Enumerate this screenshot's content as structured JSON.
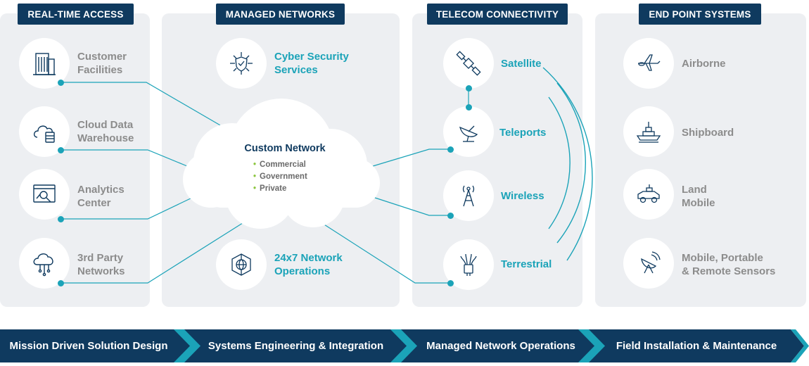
{
  "columns": {
    "realtime": {
      "title": "REAL-TIME ACCESS"
    },
    "managed": {
      "title": "MANAGED NETWORKS"
    },
    "telecom": {
      "title": "TELECOM CONNECTIVITY"
    },
    "endpoint": {
      "title": "END POINT SYSTEMS"
    }
  },
  "access_items": [
    {
      "line1": "Customer",
      "line2": "Facilities",
      "icon": "building-icon"
    },
    {
      "line1": "Cloud Data",
      "line2": "Warehouse",
      "icon": "cloud-database-icon"
    },
    {
      "line1": "Analytics",
      "line2": "Center",
      "icon": "analytics-screen-icon"
    },
    {
      "line1": "3rd Party",
      "line2": "Networks",
      "icon": "cloud-network-icon"
    }
  ],
  "managed_items": [
    {
      "line1": "Cyber Security",
      "line2": "Services",
      "icon": "security-shield-icon"
    },
    {
      "line1": "24x7 Network",
      "line2": "Operations",
      "icon": "globe-network-icon"
    }
  ],
  "cloud": {
    "title": "Custom Network",
    "items": [
      "Commercial",
      "Government",
      "Private"
    ]
  },
  "telecom_items": [
    {
      "label": "Satellite",
      "icon": "satellite-icon"
    },
    {
      "label": "Teleports",
      "icon": "satellite-dish-icon"
    },
    {
      "label": "Wireless",
      "icon": "radio-tower-icon"
    },
    {
      "label": "Terrestrial",
      "icon": "fiber-cable-icon"
    }
  ],
  "endpoint_items": [
    {
      "line1": "Airborne",
      "line2": "",
      "icon": "drone-aircraft-icon"
    },
    {
      "line1": "Shipboard",
      "line2": "",
      "icon": "ship-icon"
    },
    {
      "line1": "Land",
      "line2": "Mobile",
      "icon": "military-vehicle-icon"
    },
    {
      "line1": "Mobile, Portable",
      "line2": "& Remote Sensors",
      "icon": "sensor-antenna-icon"
    }
  ],
  "process_steps": [
    "Mission Driven Solution Design",
    "Systems Engineering & Integration",
    "Managed Network Operations",
    "Field Installation & Maintenance"
  ],
  "colors": {
    "navy": "#0f3a5f",
    "teal": "#1ba3b8",
    "panel": "#edeff2",
    "gray_text": "#8c8c8c",
    "bullet": "#8cc63f"
  }
}
